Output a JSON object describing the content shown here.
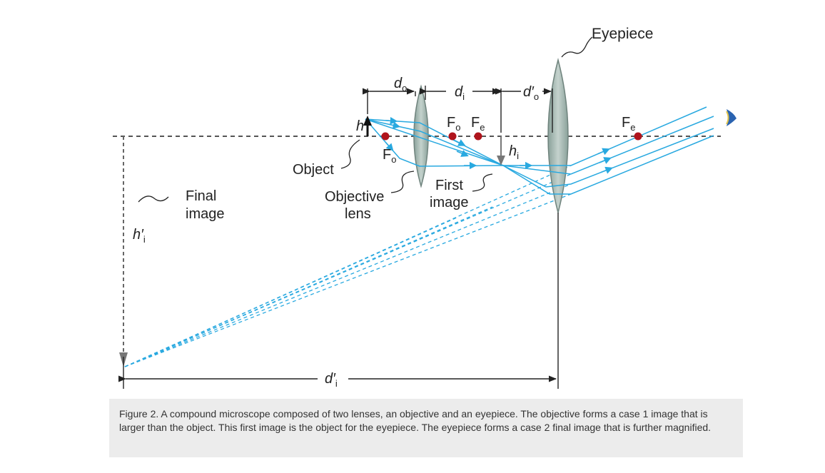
{
  "labels": {
    "eyepiece": "Eyepiece",
    "object": "Object",
    "objective_line1": "Objective",
    "objective_line2": "lens",
    "first_line1": "First",
    "first_line2": "image",
    "final_line1": "Final",
    "final_line2": "image"
  },
  "symbols": {
    "h": "h",
    "h_i": "h",
    "h_i_sub": "i",
    "h_i_prime": "h′",
    "h_i_prime_sub": "i",
    "d_o": "d",
    "d_o_sub": "o",
    "d_i": "d",
    "d_i_sub": "i",
    "d_o_prime": "d′",
    "d_o_prime_sub": "o",
    "d_i_prime": "d′",
    "d_i_prime_sub": "i",
    "F": "F",
    "F_o_sub": "o",
    "F_e_sub": "e"
  },
  "caption": "Figure 2. A compound microscope composed of two lenses, an objective and an eyepiece. The objective forms a case 1 image that is larger than the object. This first image is the object for the eyepiece. The eyepiece forms a case 2 final image that is further magnified.",
  "colors": {
    "ray": "#29a9e0",
    "focal_point": "#b0141c",
    "lens_fill": "#9fb3ad",
    "lens_stroke": "#6f837d",
    "axis": "#555555",
    "caption_bg": "#ececec"
  }
}
